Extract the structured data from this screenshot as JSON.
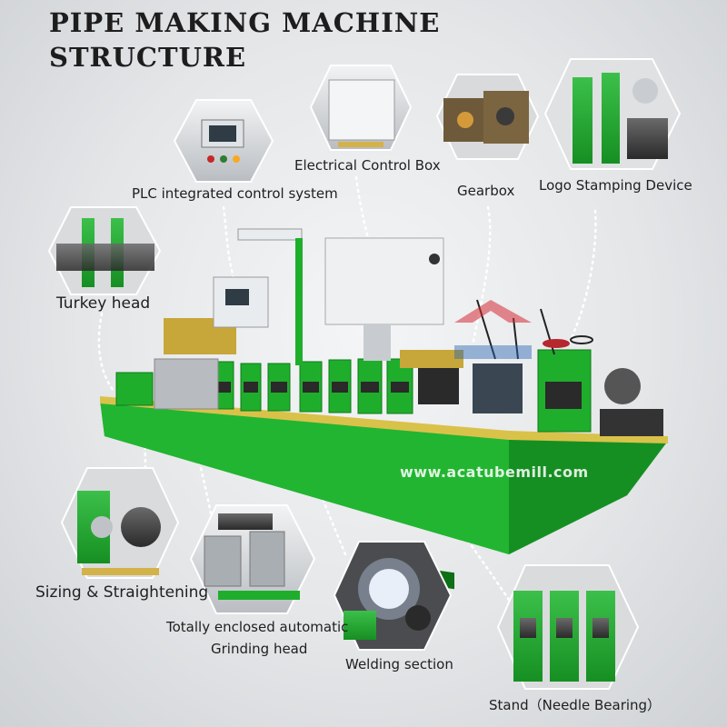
{
  "title": {
    "line1": "PIPE MAKING MACHINE",
    "line2": "STRUCTURE"
  },
  "watermark": "www.acatubemill.com",
  "colors": {
    "machine_green": "#1fae2c",
    "machine_dark_green": "#128a1d",
    "panel_white": "#eef0f2",
    "leader_line": "#ffffff",
    "title": "#1d1d1d"
  },
  "callouts": [
    {
      "label": "PLC integrated control system",
      "icon": "plc-control-panel"
    },
    {
      "label": "Electrical Control Box",
      "icon": "electrical-cabinet"
    },
    {
      "label": "Gearbox",
      "icon": "gearbox"
    },
    {
      "label": "Logo Stamping Device",
      "icon": "logo-stamping-device"
    },
    {
      "label": "Turkey head",
      "icon": "turkey-head"
    },
    {
      "label": "Sizing & Straightening",
      "icon": "sizing-straightening"
    },
    {
      "label": "Totally enclosed automatic",
      "label2": "Grinding head",
      "icon": "grinding-head"
    },
    {
      "label": "Welding section",
      "icon": "welding-section"
    },
    {
      "label": "Stand（Needle Bearing）",
      "icon": "needle-bearing-stand"
    }
  ]
}
